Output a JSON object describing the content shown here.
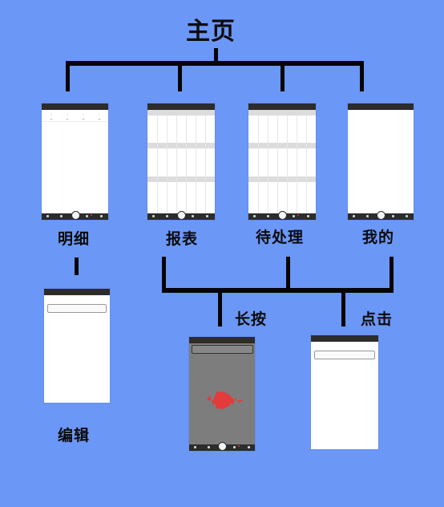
{
  "title": "主页",
  "nodes": {
    "detail": "明细",
    "report": "报表",
    "pending": "待处理",
    "mine": "我的",
    "edit": "编辑",
    "long_press": "长按",
    "click": "点击"
  },
  "colors": {
    "background": "#6b97f7",
    "lines": "#050505",
    "wave": "#e33b3b",
    "phone_bar": "#2c2c2c"
  },
  "icons": [
    "home-icon",
    "chart-icon",
    "plus-icon",
    "list-icon",
    "user-icon",
    "mic-icon"
  ]
}
